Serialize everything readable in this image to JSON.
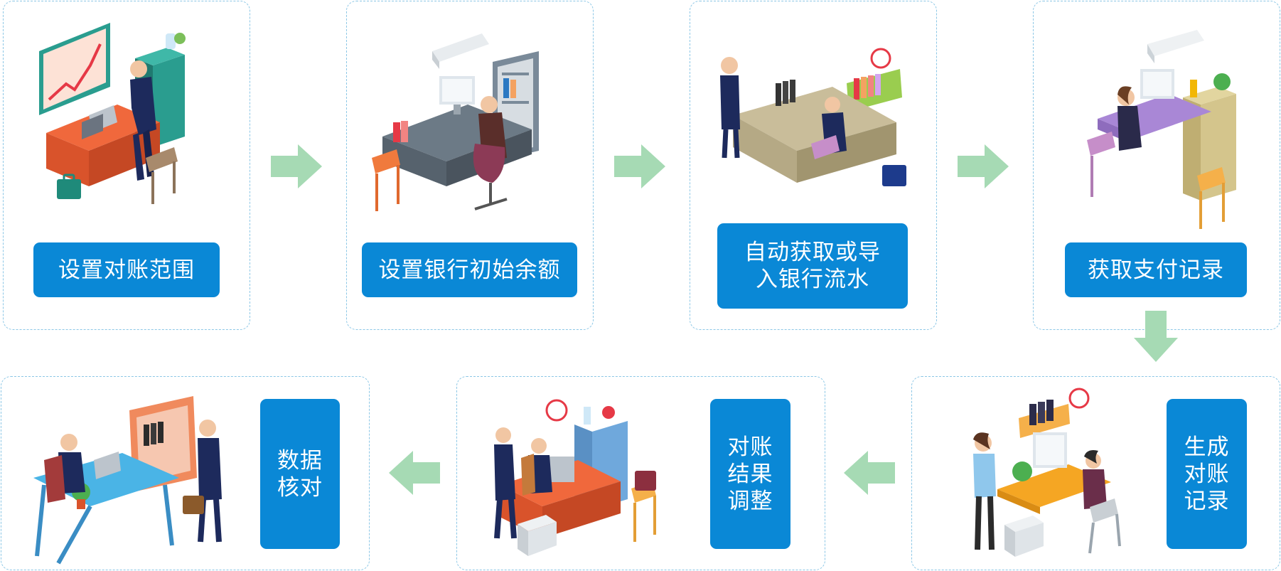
{
  "steps": [
    {
      "id": "s1",
      "label": "设置对账范围",
      "scene": "manager-at-desk-with-chart-icon"
    },
    {
      "id": "s2",
      "label": "设置银行初始余额",
      "scene": "clerk-at-computer-desk-icon"
    },
    {
      "id": "s3",
      "label": "自动获取或导\n入银行流水",
      "scene": "office-team-desk-icon"
    },
    {
      "id": "s4",
      "label": "获取支付记录",
      "scene": "woman-at-computer-icon"
    },
    {
      "id": "s5",
      "label": "生成\n对账\n记录",
      "scene": "colleagues-at-computer-icon"
    },
    {
      "id": "s6",
      "label": "对账\n结果\n调整",
      "scene": "meeting-at-desk-icon"
    },
    {
      "id": "s7",
      "label": "数据\n核对",
      "scene": "handshake-at-desk-icon"
    }
  ],
  "arrow_icon": "flow-arrow-icon",
  "colors": {
    "label_bg": "#0a88d6",
    "label_text": "#ffffff",
    "card_border": "#8cc7e6",
    "arrow": "#a6dab4"
  }
}
